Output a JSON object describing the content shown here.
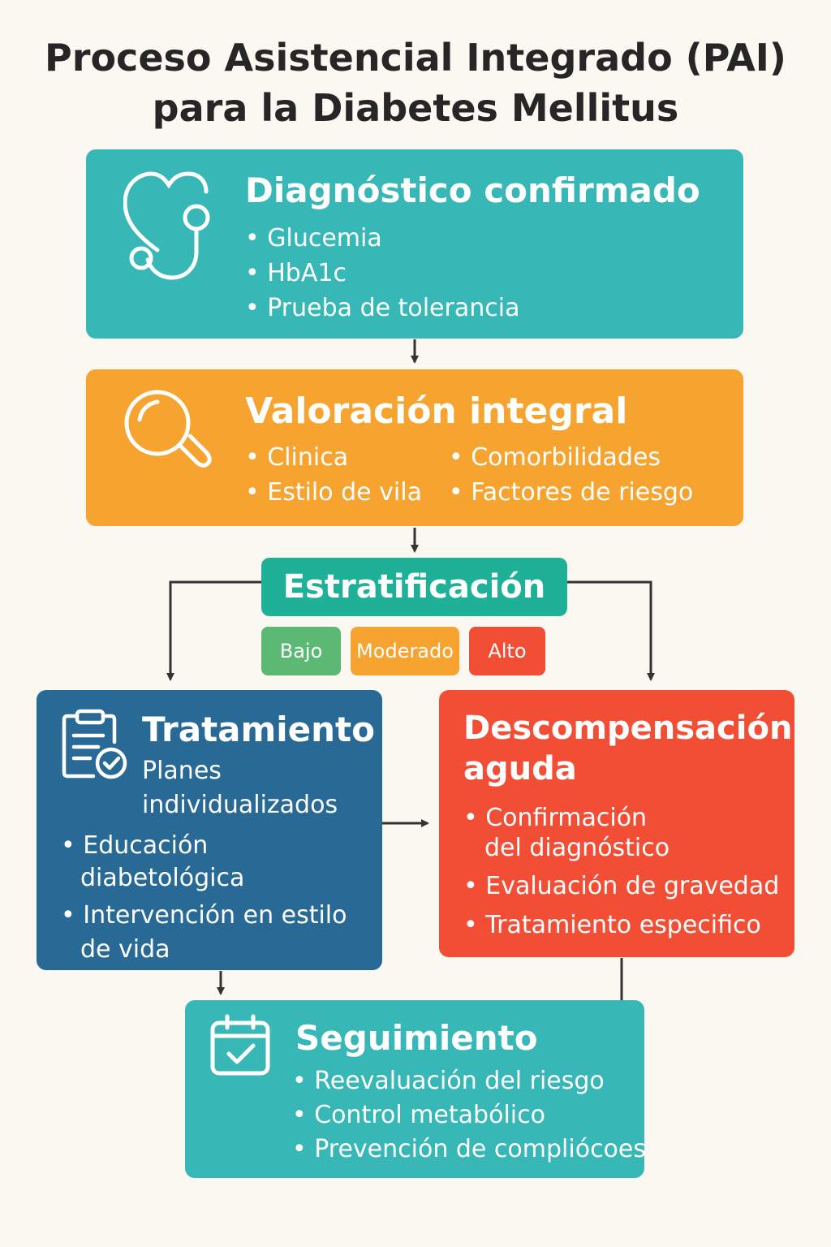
{
  "title": {
    "line1": "Proceso Asistencial Integrado (PAI)",
    "line2": "para la Diabetes Mellitus"
  },
  "diagnostico": {
    "heading": "Diagnóstico confirmado",
    "items": [
      "Glucemia",
      "HbA1c",
      "Prueba de tolerancia"
    ],
    "icon": "stethoscope-icon"
  },
  "valoracion": {
    "heading": "Valoración integral",
    "items": [
      "Clinica",
      "Estilo de vila",
      "Comorbilidades",
      "Factores de riesgo"
    ],
    "icon": "magnifier-icon"
  },
  "estratificacion": {
    "heading": "Estratificación",
    "levels": [
      {
        "label": "Bajo",
        "color": "#5bb974"
      },
      {
        "label": "Moderado",
        "color": "#f6a42f"
      },
      {
        "label": "Alto",
        "color": "#f24e36"
      }
    ]
  },
  "tratamiento": {
    "heading": "Tratamiento",
    "subtitle_line1": "Planes",
    "subtitle_line2": "individualizados",
    "item1_line1": "Educación",
    "item1_line2": "diabetológica",
    "item2_line1": "Intervención en estilo",
    "item2_line2": "de vida",
    "icon": "clipboard-check-icon"
  },
  "descompensacion": {
    "heading_line1": "Descompensación",
    "heading_line2": "aguda",
    "item1_line1": "Confirmación",
    "item1_line2": "del diagnóstico",
    "item2": "Evaluación de gravedad",
    "item3": "Tratamiento especifico"
  },
  "seguimiento": {
    "heading": "Seguimiento",
    "items": [
      "Reevaluación del riesgo",
      "Control metabólico",
      "Prevención de compliócoes"
    ],
    "icon": "calendar-check-icon"
  },
  "colors": {
    "teal": "#37b7b5",
    "orange": "#f6a42f",
    "blue": "#286996",
    "red": "#f24e36",
    "strat": "#1fb098",
    "background": "#fbf7f1"
  }
}
